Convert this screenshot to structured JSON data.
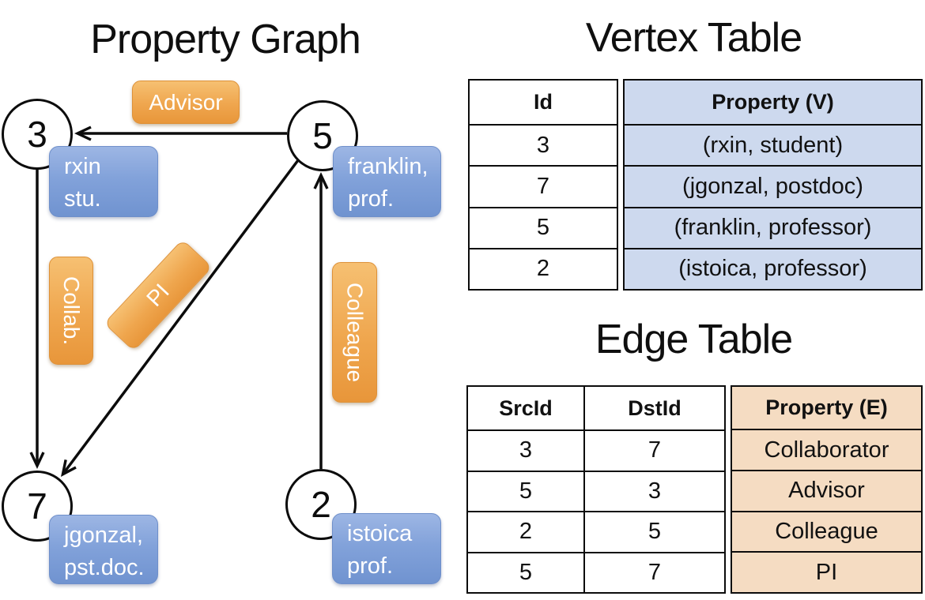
{
  "titles": {
    "graph": "Property Graph",
    "vertex_table": "Vertex Table",
    "edge_table": "Edge Table"
  },
  "graph": {
    "nodes": [
      {
        "id": "3",
        "line1": "rxin",
        "line2": "stu."
      },
      {
        "id": "5",
        "line1": "franklin,",
        "line2": "prof."
      },
      {
        "id": "7",
        "line1": "jgonzal,",
        "line2": "pst.doc."
      },
      {
        "id": "2",
        "line1": "istoica",
        "line2": "prof."
      }
    ],
    "edge_labels": {
      "advisor": "Advisor",
      "collab": "Collab.",
      "pi": "PI",
      "colleague": "Colleague"
    },
    "edges": [
      {
        "src": "5",
        "dst": "3",
        "label": "Advisor"
      },
      {
        "src": "3",
        "dst": "7",
        "label": "Collab."
      },
      {
        "src": "5",
        "dst": "7",
        "label": "PI"
      },
      {
        "src": "2",
        "dst": "5",
        "label": "Colleague"
      }
    ]
  },
  "vertex_table": {
    "headers": {
      "id": "Id",
      "property": "Property (V)"
    },
    "rows": [
      {
        "id": "3",
        "property": "(rxin, student)"
      },
      {
        "id": "7",
        "property": "(jgonzal, postdoc)"
      },
      {
        "id": "5",
        "property": "(franklin, professor)"
      },
      {
        "id": "2",
        "property": "(istoica, professor)"
      }
    ]
  },
  "edge_table": {
    "headers": {
      "src": "SrcId",
      "dst": "DstId",
      "property": "Property (E)"
    },
    "rows": [
      {
        "src": "3",
        "dst": "7",
        "property": "Collaborator"
      },
      {
        "src": "5",
        "dst": "3",
        "property": "Advisor"
      },
      {
        "src": "2",
        "dst": "5",
        "property": "Colleague"
      },
      {
        "src": "5",
        "dst": "7",
        "property": "PI"
      }
    ]
  },
  "colors": {
    "edge_label_fill": "#efa64e",
    "vertex_label_fill": "#82a2da",
    "vertex_property_bg": "#cdd9ee",
    "edge_property_bg": "#f5dcc2",
    "line": "#0c0c0c",
    "background": "#ffffff"
  }
}
